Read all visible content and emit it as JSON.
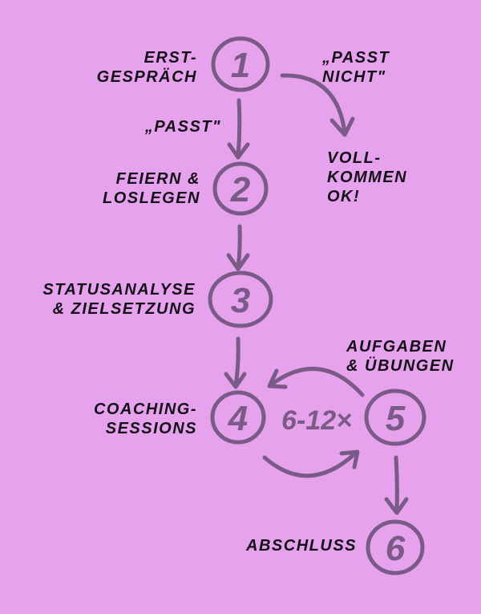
{
  "colors": {
    "background": "#e7a2ee",
    "ink": "#7a5a86",
    "text": "#141018"
  },
  "steps": [
    {
      "number": "1",
      "label": "Erst-\ngespräch"
    },
    {
      "number": "2",
      "label": "Feiern &\nloslegen"
    },
    {
      "number": "3",
      "label": "Statusanalyse\n& Zielsetzung"
    },
    {
      "number": "4",
      "label": "Coaching-\nSessions"
    },
    {
      "number": "5",
      "label": "Aufgaben\n& Übungen"
    },
    {
      "number": "6",
      "label": "Abschluss"
    }
  ],
  "branches": {
    "passt": "„passt\"",
    "passt_nicht": "„passt\nnicht\"",
    "outcome": "Voll-\nkommen\nok!"
  },
  "loop": {
    "multiplier": "6-12×"
  }
}
